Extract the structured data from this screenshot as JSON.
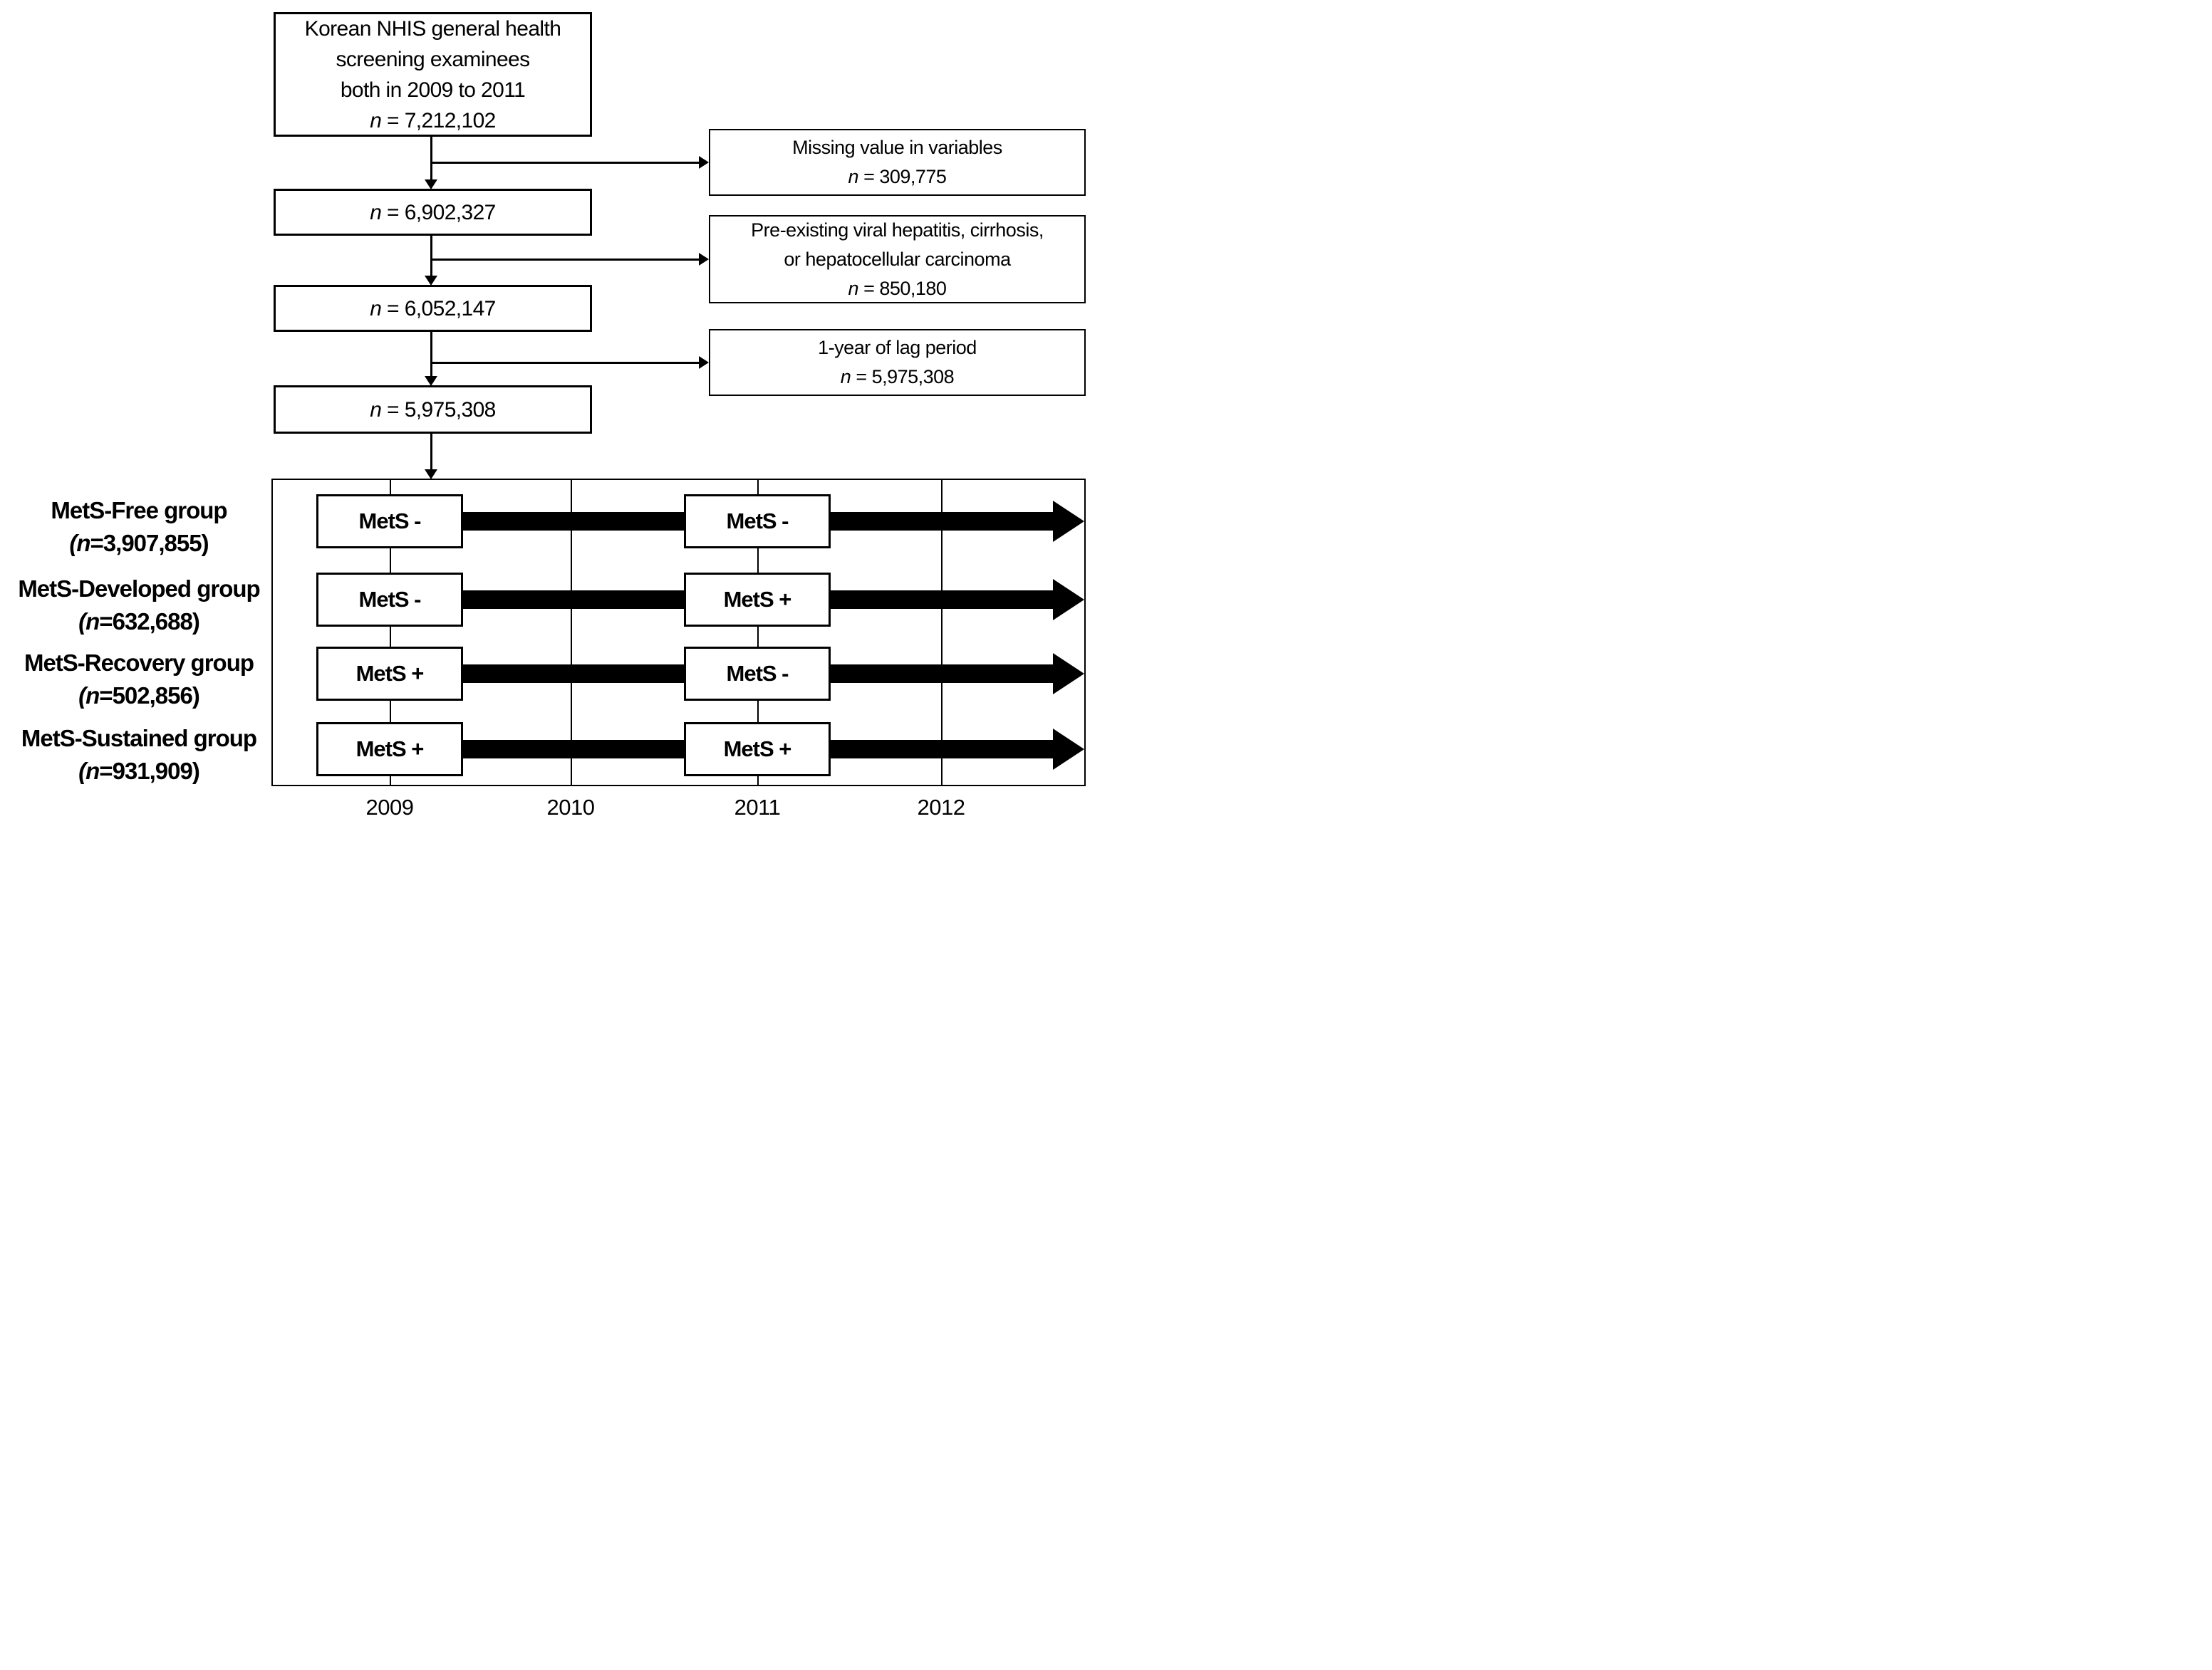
{
  "figure": {
    "background_color": "#ffffff",
    "line_color": "#000000"
  },
  "flow": {
    "source_box": {
      "lines": [
        "Korean NHIS general health",
        "screening examinees",
        "both in  2009 to 2011"
      ],
      "n_line": "n = 7,212,102"
    },
    "step_boxes": [
      {
        "n_line": "n = 6,902,327"
      },
      {
        "n_line": "n = 6,052,147"
      },
      {
        "n_line": "n = 5,975,308"
      }
    ],
    "exclusion_boxes": [
      {
        "lines": [
          "Missing value in variables"
        ],
        "n_line": "n = 309,775"
      },
      {
        "lines": [
          "Pre-existing viral hepatitis, cirrhosis,",
          "or hepatocellular carcinoma"
        ],
        "n_line": "n = 850,180"
      },
      {
        "lines": [
          "1-year of lag period"
        ],
        "n_line": "n = 5,975,308"
      }
    ]
  },
  "timeline": {
    "years": [
      "2009",
      "2010",
      "2011",
      "2012"
    ],
    "groups": [
      {
        "label": "MetS-Free group",
        "n_label": "(n=3,907,855)",
        "status_2009": "MetS -",
        "status_2011": "MetS -"
      },
      {
        "label": "MetS-Developed group",
        "n_label": "(n=632,688)",
        "status_2009": "MetS -",
        "status_2011": "MetS +"
      },
      {
        "label": "MetS-Recovery group",
        "n_label": "(n=502,856)",
        "status_2009": "MetS +",
        "status_2011": "MetS -"
      },
      {
        "label": "MetS-Sustained group",
        "n_label": "(n=931,909)",
        "status_2009": "MetS +",
        "status_2011": "MetS +"
      }
    ]
  }
}
